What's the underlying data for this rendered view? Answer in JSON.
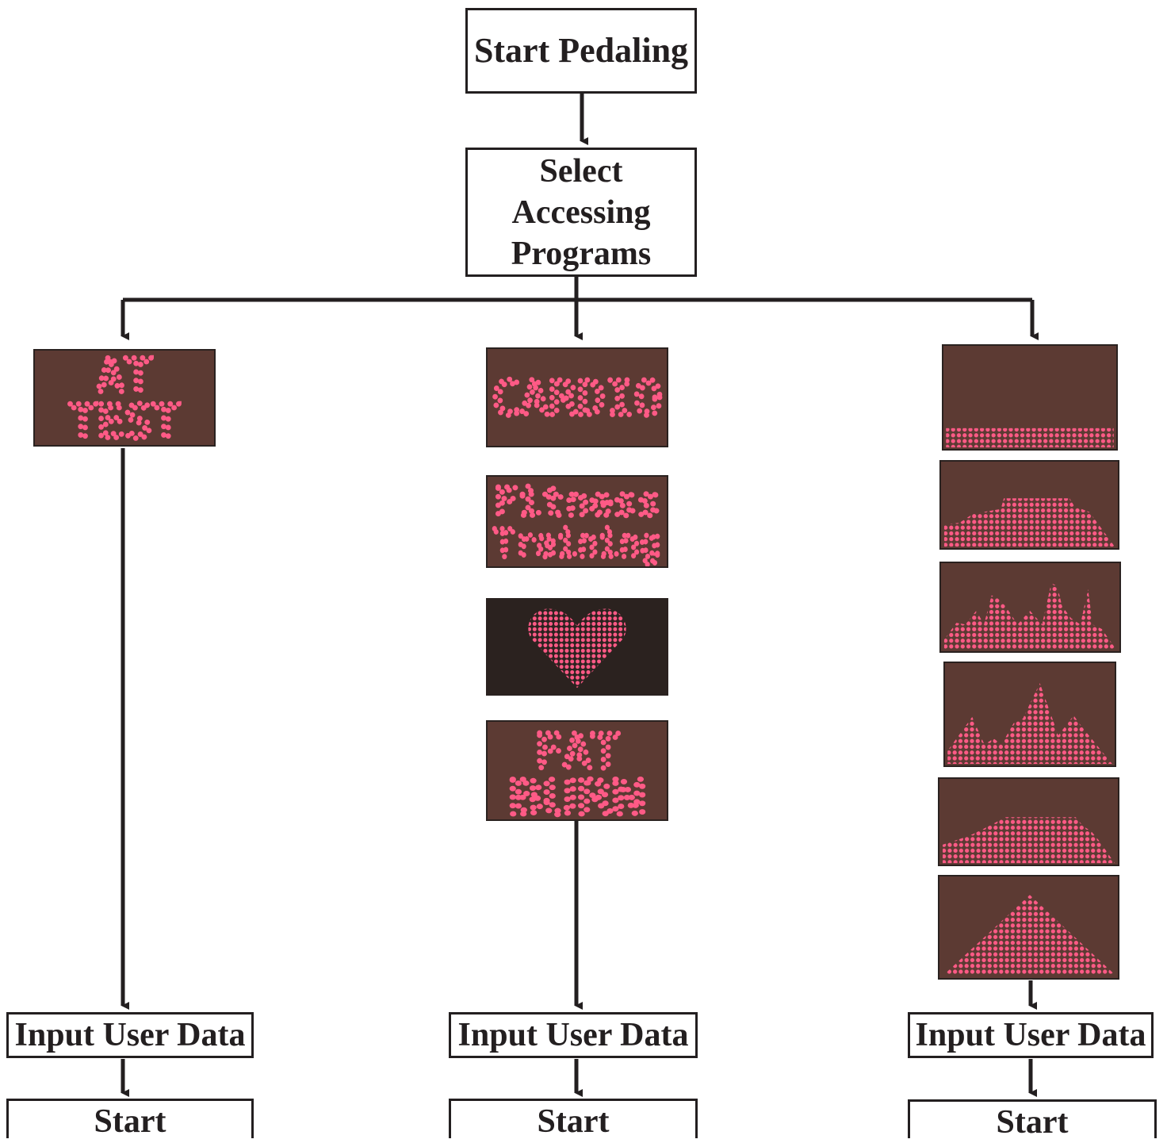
{
  "nodes": {
    "start_pedaling": "Start Pedaling",
    "select_programs": [
      "Select",
      "Accessing",
      "Programs"
    ]
  },
  "columns": {
    "left": {
      "displays": [
        {
          "icon": "at-test-display",
          "lines": [
            "AT",
            "TEST"
          ]
        }
      ],
      "input": "Input User Data",
      "start": "Start"
    },
    "center": {
      "displays": [
        {
          "icon": "cardio-display",
          "lines": [
            "CARDIO"
          ]
        },
        {
          "icon": "fitness-training-display",
          "lines": [
            "Fitness",
            "Training"
          ]
        },
        {
          "icon": "heart-display",
          "lines": []
        },
        {
          "icon": "fat-burn-display",
          "lines": [
            "FAT",
            "BURN"
          ]
        }
      ],
      "input": "Input User Data",
      "start": "Start"
    },
    "right": {
      "displays": [
        {
          "icon": "flat-profile-display",
          "profile": "flat"
        },
        {
          "icon": "plateau-profile-display",
          "profile": "plateau"
        },
        {
          "icon": "interval-peaks-display",
          "profile": "interval peaks"
        },
        {
          "icon": "hill-peaks-display",
          "profile": "hill peaks"
        },
        {
          "icon": "stepped-plateau-display",
          "profile": "stepped plateau"
        },
        {
          "icon": "pyramid-profile-display",
          "profile": "pyramid"
        }
      ],
      "input": "Input User Data",
      "start": "Start"
    }
  },
  "colors": {
    "line": "#231f20",
    "led_on": "#ff5a86",
    "led_bg": "#5c3a33",
    "led_bg_dark": "#2b221f"
  }
}
